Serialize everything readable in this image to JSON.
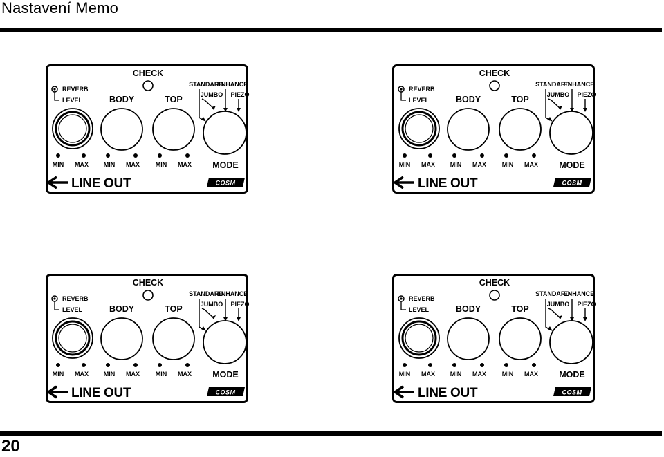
{
  "page": {
    "title": "Nastavení Memo",
    "number": "20"
  },
  "panel": {
    "check_label": "CHECK",
    "reverb_label": "REVERB",
    "level_label": "LEVEL",
    "body_label": "BODY",
    "top_label": "TOP",
    "mode_label": "MODE",
    "min_label": "MIN",
    "max_label": "MAX",
    "mode_options": {
      "standard": "STANDARD",
      "enhance": "ENHANCE",
      "jumbo": "JUMBO",
      "piezo": "PIEZO"
    },
    "line_out_label": "LINE OUT",
    "brand_logo_text": "COSM",
    "icons": {
      "line_out_arrow": "arrow-left-icon",
      "reverb_indicator": "circle-dot-icon",
      "check_led": "led-icon"
    }
  },
  "panels": [
    {
      "id": "panel-1"
    },
    {
      "id": "panel-2"
    },
    {
      "id": "panel-3"
    },
    {
      "id": "panel-4"
    }
  ]
}
